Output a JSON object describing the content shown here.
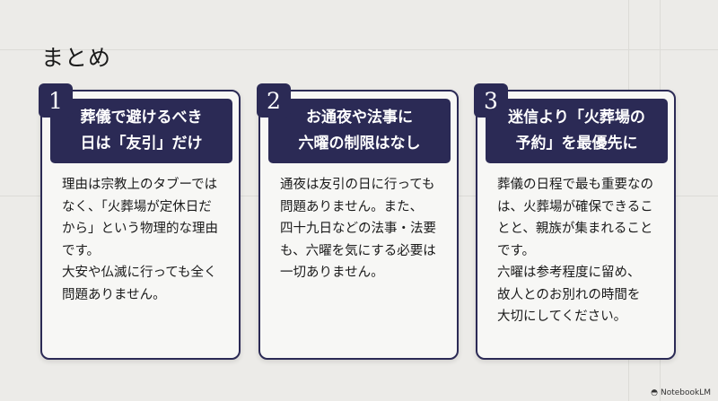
{
  "page_title": "まとめ",
  "cards": [
    {
      "number": "1",
      "heading": [
        "葬儀で避けるべき",
        "日は「友引」だけ"
      ],
      "body": [
        "理由は宗教上のタブーでは",
        "なく、「火葬場が定休日だ",
        "から」という物理的な理由",
        "です。",
        "大安や仏滅に行っても全く",
        "問題ありません。"
      ]
    },
    {
      "number": "2",
      "heading": [
        "お通夜や法事に",
        "六曜の制限はなし"
      ],
      "body": [
        "通夜は友引の日に行っても",
        "問題ありません。また、",
        "四十九日などの法事・法要",
        "も、六曜を気にする必要は",
        "一切ありません。"
      ]
    },
    {
      "number": "3",
      "heading": [
        "迷信より「火葬場の",
        "予約」を最優先に"
      ],
      "body": [
        "葬儀の日程で最も重要なの",
        "は、火葬場が確保できるこ",
        "とと、親族が集まれること",
        "です。",
        "六曜は参考程度に留め、",
        "故人とのお別れの時間を",
        "大切にしてください。"
      ]
    }
  ],
  "watermark": "NotebookLM"
}
